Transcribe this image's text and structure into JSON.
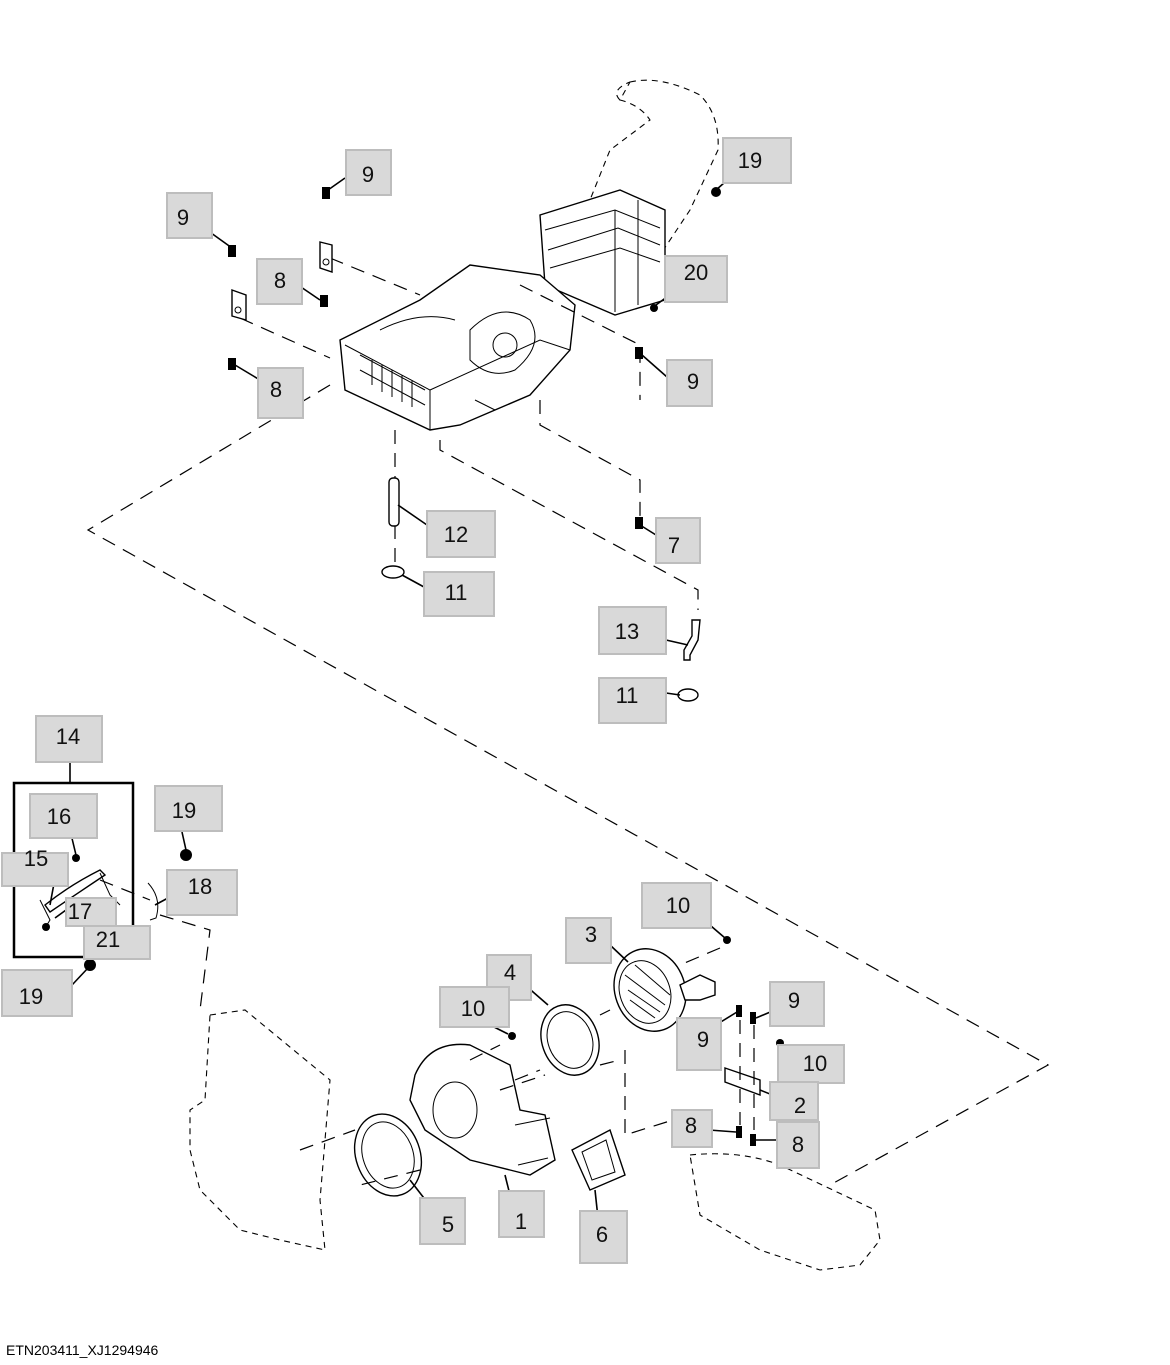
{
  "figure_id": "ETN203411_XJ1294946",
  "callouts": {
    "c9_top": "9",
    "c9_left": "9",
    "c8_upper": "8",
    "c8_lower": "8",
    "c19_top": "19",
    "c20": "20",
    "c9_right": "9",
    "c12": "12",
    "c7": "7",
    "c11_upper": "11",
    "c13": "13",
    "c11_lower": "11",
    "c14": "14",
    "c16": "16",
    "c15": "15",
    "c17": "17",
    "c21": "21",
    "c19_mid": "19",
    "c18": "18",
    "c19_left": "19",
    "c10_top": "10",
    "c3": "3",
    "c4": "4",
    "c10_mid": "10",
    "c9_a": "9",
    "c9_b": "9",
    "c10_right": "10",
    "c2": "2",
    "c8_a": "8",
    "c8_b": "8",
    "c5": "5",
    "c1": "1",
    "c6": "6"
  }
}
